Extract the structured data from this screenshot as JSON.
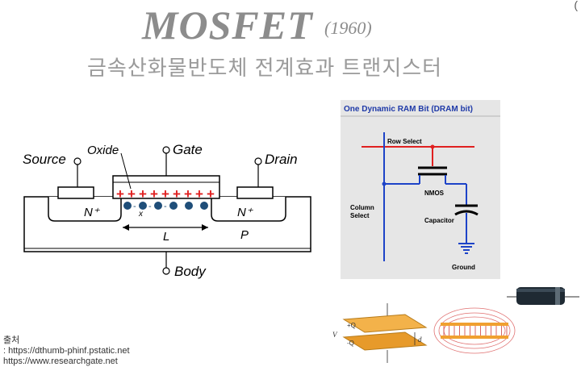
{
  "header": {
    "title": "MOSFET",
    "year": "(1960)",
    "subtitle": "금속산화물반도체 전계효과 트랜지스터",
    "corner_mark": "("
  },
  "mosfet_diagram": {
    "source_label": "Source",
    "oxide_label": "Oxide",
    "gate_label": "Gate",
    "drain_label": "Drain",
    "body_label": "Body",
    "n_left": "N⁺",
    "n_right": "N⁺",
    "p_label": "P",
    "length_label": "L",
    "x_label": "x",
    "charge_symbol": "+",
    "electron_symbol": "-"
  },
  "dram_diagram": {
    "title": "One Dynamic RAM Bit (DRAM bit)",
    "row_select": "Row Select",
    "nmos": "NMOS",
    "column_select_line1": "Column",
    "column_select_line2": "Select",
    "capacitor": "Capacitor",
    "ground": "Ground"
  },
  "capacitor_diagram": {
    "plus_q": "+Q",
    "minus_q": "-Q",
    "d_label": "d",
    "v_label": "V"
  },
  "source_credit": {
    "heading": "출처",
    "line1": ": https://dthumb-phinf.pstatic.net",
    "line2": "https://www.researchgate.net"
  },
  "colors": {
    "title_gray": "#8c8c8c",
    "dram_panel_bg": "#e6e6e6",
    "dram_title_blue": "#1f3aa8",
    "red_wire": "#e02020",
    "blue_wire": "#1d43c8",
    "plate_orange": "#f0b040",
    "electron_blue": "#1f4e79"
  }
}
